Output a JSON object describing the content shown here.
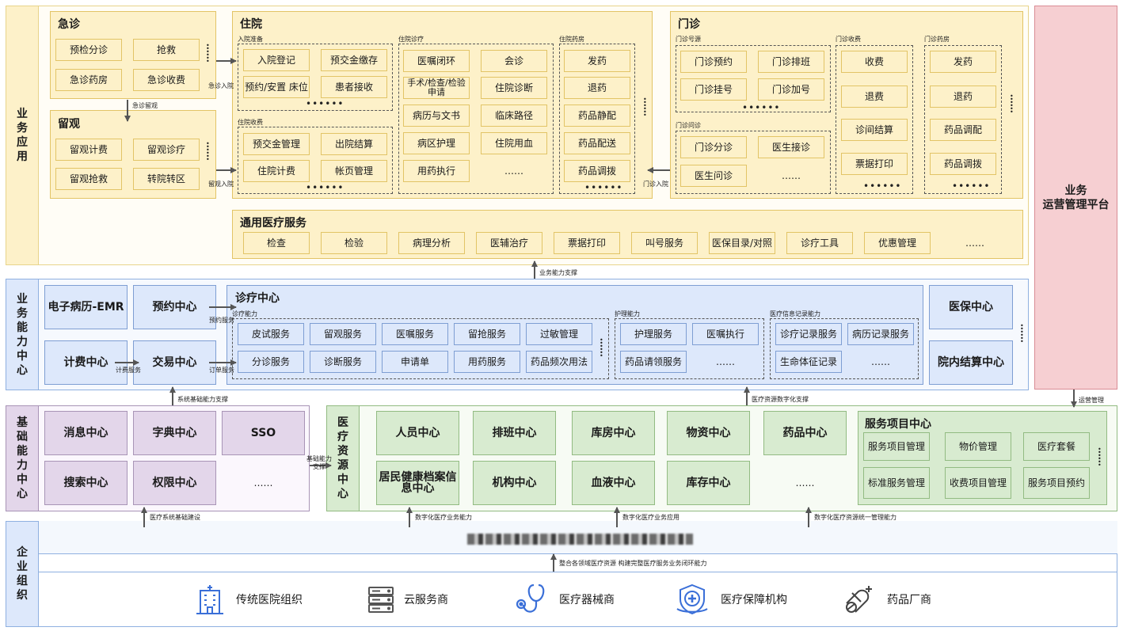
{
  "side_labels": {
    "business_app": "业务应用",
    "business_capability": "业务能力中心",
    "foundation": "基础能力中心",
    "enterprise": "企业组织",
    "ops_platform_line1": "业务",
    "ops_platform_line2": "运营管理平台"
  },
  "emergency": {
    "title": "急诊",
    "items": [
      "预检分诊",
      "抢救",
      "急诊药房",
      "急诊收费"
    ]
  },
  "observation": {
    "title": "留观",
    "items": [
      "留观计费",
      "留观诊疗",
      "留观抢救",
      "转院转区"
    ]
  },
  "inpatient": {
    "title": "住院",
    "admission": {
      "title": "入院准备",
      "items": [
        "入院登记",
        "预交金缴存",
        "预约/安置 床位",
        "患者接收"
      ]
    },
    "billing": {
      "title": "住院收费",
      "items": [
        "预交金管理",
        "出院结算",
        "住院计费",
        "帐页管理"
      ]
    },
    "treatment": {
      "title": "住院诊疗",
      "items": [
        "医嘱闭环",
        "会诊",
        "手术/检查/检验申请",
        "住院诊断",
        "病历与文书",
        "临床路径",
        "病区护理",
        "住院用血",
        "用药执行",
        "……"
      ]
    },
    "pharmacy": {
      "title": "住院药房",
      "items": [
        "发药",
        "退药",
        "药品静配",
        "药品配送",
        "药品调拨"
      ]
    }
  },
  "outpatient": {
    "title": "门诊",
    "source": {
      "title": "门诊号源",
      "items": [
        "门诊预约",
        "门诊排班",
        "门诊挂号",
        "门诊加号"
      ]
    },
    "consult": {
      "title": "门诊问诊",
      "items": [
        "门诊分诊",
        "医生接诊",
        "医生问诊",
        "……"
      ]
    },
    "fee": {
      "title": "门诊收费",
      "items": [
        "收费",
        "退费",
        "诊间结算",
        "票据打印"
      ]
    },
    "pharmacy": {
      "title": "门诊药房",
      "items": [
        "发药",
        "退药",
        "药品调配",
        "药品调拨"
      ]
    }
  },
  "general_services": {
    "title": "通用医疗服务",
    "items": [
      "检查",
      "检验",
      "病理分析",
      "医辅治疗",
      "票据打印",
      "叫号服务",
      "医保目录/对照",
      "诊疗工具",
      "优惠管理",
      "……"
    ]
  },
  "capability": {
    "emr": "电子病历-EMR",
    "appointment": "预约中心",
    "billing_center": "计费中心",
    "trade_center": "交易中心",
    "insurance_center": "医保中心",
    "settlement_center": "院内结算中心",
    "diag_center": {
      "title": "诊疗中心",
      "diag_ability": {
        "title": "诊疗能力",
        "items": [
          "皮试服务",
          "留观服务",
          "医嘱服务",
          "留抢服务",
          "过敏管理",
          "分诊服务",
          "诊断服务",
          "申请单",
          "用药服务",
          "药品频次用法"
        ]
      },
      "nursing": {
        "title": "护理能力",
        "items": [
          "护理服务",
          "医嘱执行",
          "药品请领服务",
          "……"
        ]
      },
      "records": {
        "title": "医疗信息记录能力",
        "items": [
          "诊疗记录服务",
          "病历记录服务",
          "生命体征记录",
          "……"
        ]
      }
    }
  },
  "foundation": {
    "items": [
      "消息中心",
      "字典中心",
      "SSO",
      "搜索中心",
      "权限中心",
      "……"
    ]
  },
  "resource": {
    "title": "医疗资源中心",
    "items": [
      "人员中心",
      "排班中心",
      "库房中心",
      "物资中心",
      "药品中心",
      "居民健康档案信息中心",
      "机构中心",
      "血液中心",
      "库存中心",
      "……"
    ]
  },
  "service_items": {
    "title": "服务项目中心",
    "items": [
      "服务项目管理",
      "物价管理",
      "医疗套餐",
      "标准服务管理",
      "收费项目管理",
      "服务项目预约"
    ]
  },
  "arrows": {
    "emergency_obs": "急诊留观",
    "emergency_inpatient": "急诊入院",
    "obs_inpatient": "留观入院",
    "outpatient_inpatient": "门诊入院",
    "business_support": "业务能力支撑",
    "appointment_service": "预约服务",
    "billing_service": "计费服务",
    "order_service": "订单服务",
    "system_support": "系统基础能力支撑",
    "digital_support": "医疗资源数字化支撑",
    "ops_manage": "运营管理",
    "foundation_support": "基础能力支撑",
    "infra_build": "医疗系统基础建设",
    "digital_business": "数字化医疗业务能力",
    "digital_application": "数字化医疗业务应用",
    "digital_unified": "数字化医疗资源统一管理能力",
    "integrate": "整合各领域医疗资源 构建完整医疗服务业务闭环能力"
  },
  "orgs": [
    "传统医院组织",
    "云服务商",
    "医疗器械商",
    "医疗保障机构",
    "药品厂商"
  ],
  "colors": {
    "yellow_bg": "#fdf1c9",
    "blue_bg": "#dde8fb",
    "purple_bg": "#e3d6ea",
    "green_bg": "#d8ebd0",
    "pink_bg": "#f6cfd2",
    "icon_blue": "#3a6fd8"
  }
}
